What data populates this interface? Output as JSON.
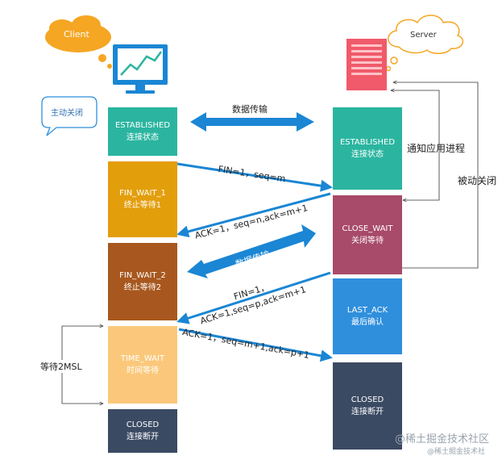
{
  "client_label": "Client",
  "server_label": "Server",
  "active_close_label": "主动关闭",
  "passive_close_label": "被动关闭",
  "notify_app_label": "通知应用进程",
  "wait_2msl_label": "等待2MSL",
  "data_transfer_label": "数据传输",
  "data_transfer_label2": "数据传输",
  "msg_fin1": "FIN=1，seq=m",
  "msg_ack1": "ACK=1，seq=n,ack=m+1",
  "msg_fin2_line1": "FIN=1，",
  "msg_fin2_line2": "ACK=1,seq=p,ack=m+1",
  "msg_ack2": "ACK=1，seq=m+1,ack=p+1",
  "client_states": [
    {
      "name": "ESTABLISHED",
      "desc": "连接状态",
      "color": "#2bb5a0"
    },
    {
      "name": "FIN_WAIT_1",
      "desc": "终止等待1",
      "color": "#e39e0c"
    },
    {
      "name": "FIN_WAIT_2",
      "desc": "终止等待2",
      "color": "#a8581e"
    },
    {
      "name": "TIME_WAIT",
      "desc": "时间等待",
      "color": "#fbc87b"
    },
    {
      "name": "CLOSED",
      "desc": "连接断开",
      "color": "#3b4a63"
    }
  ],
  "server_states": [
    {
      "name": "ESTABLISHED",
      "desc": "连接状态",
      "color": "#2bb5a0"
    },
    {
      "name": "CLOSE_WAIT",
      "desc": "关闭等待",
      "color": "#a84a6a"
    },
    {
      "name": "LAST_ACK",
      "desc": "最后确认",
      "color": "#2f8fdc"
    },
    {
      "name": "CLOSED",
      "desc": "连接断开",
      "color": "#3b4a63"
    }
  ],
  "watermark_main": "@稀土掘金技术社区",
  "watermark_small": "@稀土掘金技术社"
}
